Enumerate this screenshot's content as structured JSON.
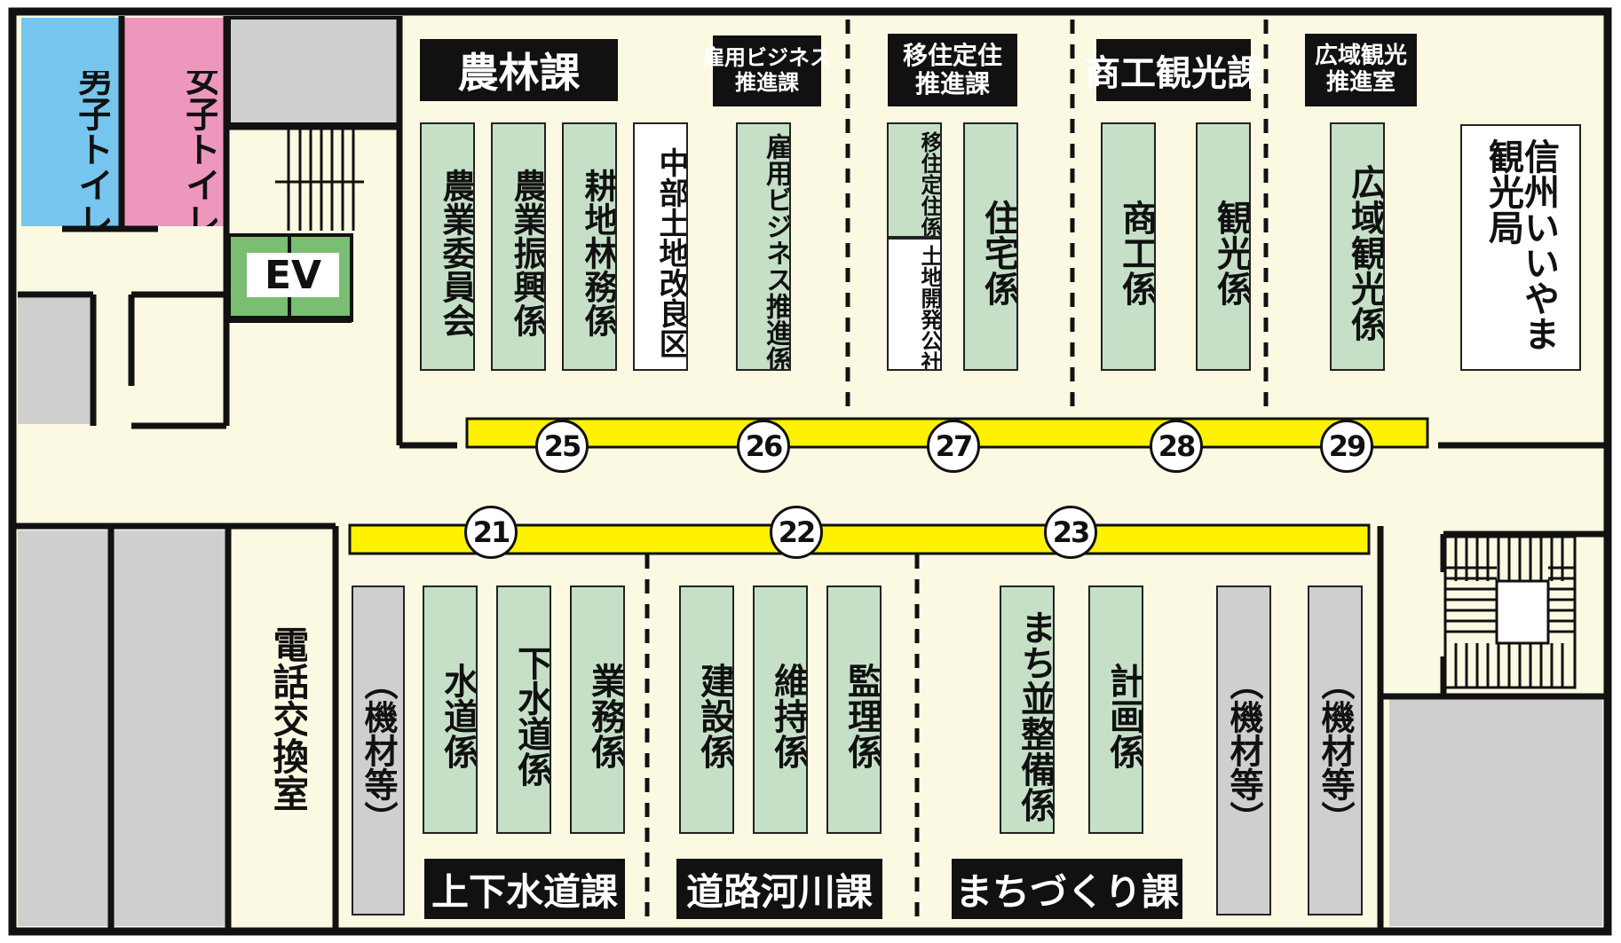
{
  "colors": {
    "floor": "#fcf9e3",
    "wall": "#111111",
    "desk": "#c5e0c7",
    "counter_bar": "#fff200",
    "mens_room": "#76c5ee",
    "womens_room": "#ee97bd",
    "elevator": "#79be73",
    "equipment": "#cfcfcf"
  },
  "restrooms": {
    "mens": "男子トイレ",
    "womens": "女子トイレ"
  },
  "elevator": "EV",
  "phone_room": "電話交換室",
  "signs": {
    "nourin": "農林課",
    "koyou": [
      "雇用ビジネス",
      "推進課"
    ],
    "ijuu": [
      "移住定住",
      "推進課"
    ],
    "shoukou": "商工観光課",
    "kouiki": [
      "広域観光",
      "推進室"
    ],
    "jouge": "上下水道課",
    "douro": "道路河川課",
    "machi": "まちづくり課"
  },
  "desks_upper": [
    "農業委員会",
    "農業振興係",
    "耕地林務係",
    "中部土地改良区",
    "雇用ビジネス推進係",
    "移住定住係",
    "土地開発公社",
    "住宅係",
    "商工係",
    "観光係",
    "広域観光係",
    "信州いいやま観光局"
  ],
  "desks_lower": [
    "（機材等）",
    "水道係",
    "下水道係",
    "業務係",
    "建設係",
    "維持係",
    "監理係",
    "まち並整備係",
    "計画係",
    "（機材等）",
    "（機材等）"
  ],
  "counters_upper": [
    "25",
    "26",
    "27",
    "28",
    "29"
  ],
  "counters_lower": [
    "21",
    "22",
    "23"
  ]
}
